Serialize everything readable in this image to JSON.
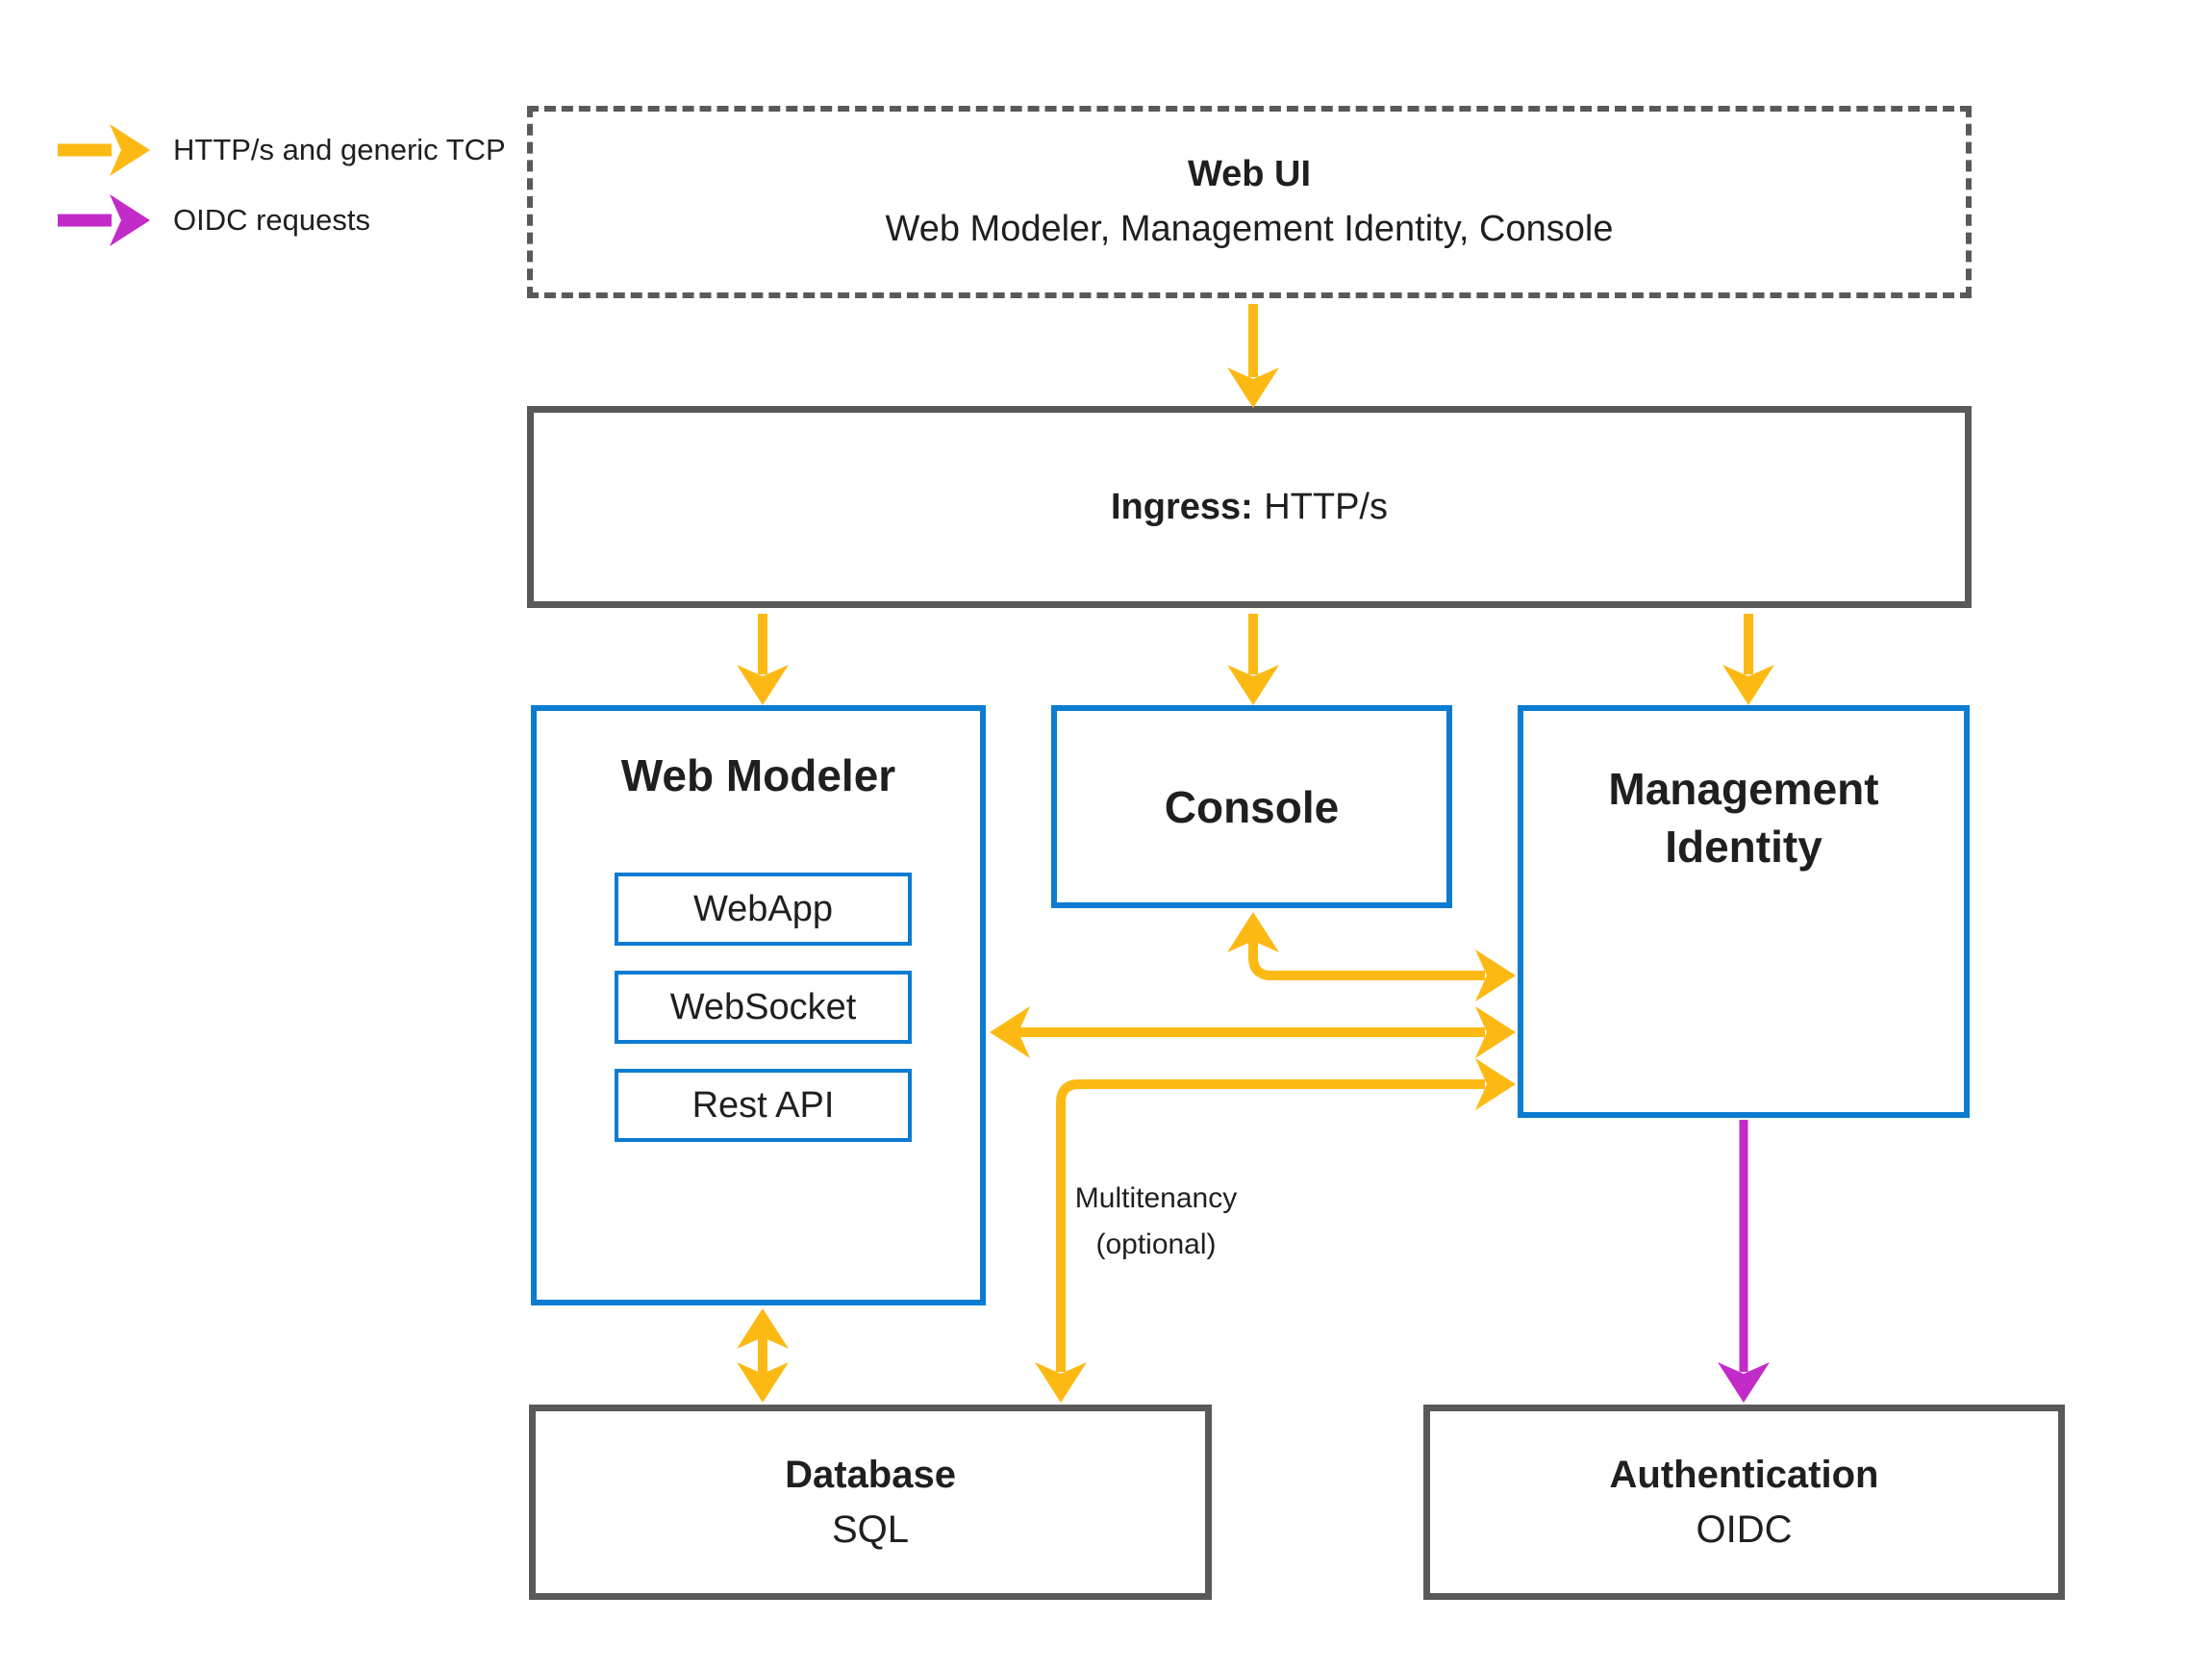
{
  "legend": {
    "items": [
      {
        "name": "http-tcp",
        "label": "HTTP/s and generic TCP"
      },
      {
        "name": "oidc",
        "label": "OIDC requests"
      }
    ]
  },
  "nodes": {
    "web_ui": {
      "title": "Web UI",
      "subtitle": "Web Modeler, Management Identity, Console"
    },
    "ingress": {
      "label": "Ingress:",
      "protocol": "HTTP/s"
    },
    "web_modeler": {
      "title": "Web Modeler",
      "children": [
        {
          "label": "WebApp"
        },
        {
          "label": "WebSocket"
        },
        {
          "label": "Rest API"
        }
      ]
    },
    "console": {
      "title": "Console"
    },
    "management_identity": {
      "title": "Management Identity"
    },
    "database": {
      "title": "Database",
      "subtitle": "SQL"
    },
    "authentication": {
      "title": "Authentication",
      "subtitle": "OIDC"
    }
  },
  "annotations": {
    "multitenancy": {
      "line1": "Multitenancy",
      "line2": "(optional)"
    }
  },
  "colors": {
    "http_tcp": "#fdb913",
    "oidc": "#c32bc9",
    "component_border": "#0b7cd1",
    "neutral_border": "#595959",
    "text": "#1f1f1f",
    "background": "#ffffff"
  }
}
